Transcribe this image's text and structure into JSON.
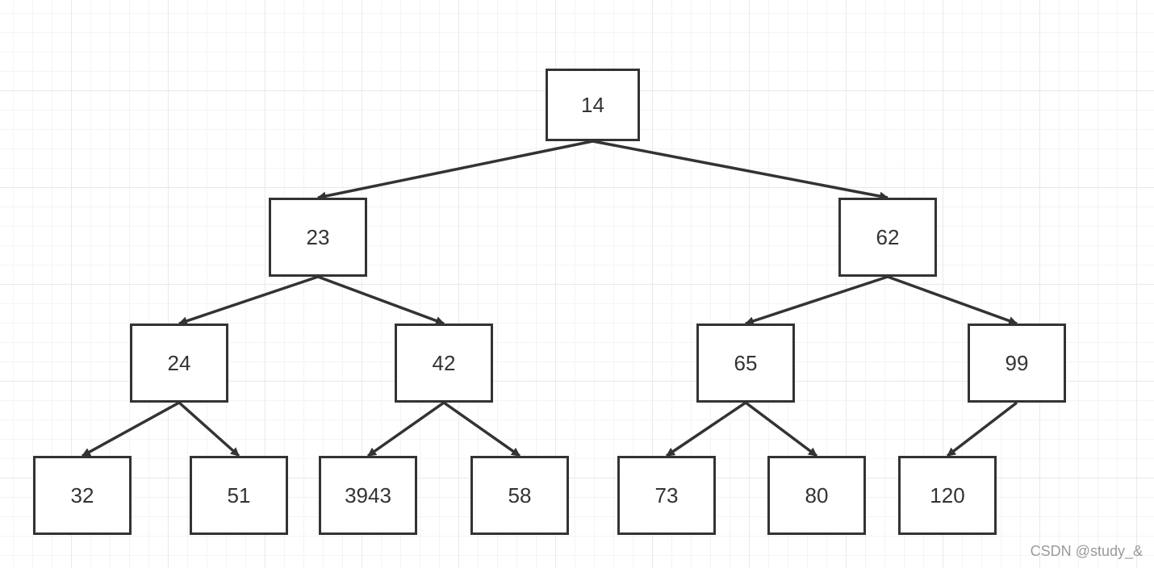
{
  "diagram": {
    "type": "binary-tree",
    "colors": {
      "stroke": "#333333",
      "node_fill": "#ffffff",
      "text": "#333333",
      "grid_major": "#e9e9e9",
      "grid_minor": "#f4f4f4"
    },
    "nodes": [
      {
        "id": "n14",
        "label": "14"
      },
      {
        "id": "n23",
        "label": "23"
      },
      {
        "id": "n62",
        "label": "62"
      },
      {
        "id": "n24",
        "label": "24"
      },
      {
        "id": "n42",
        "label": "42"
      },
      {
        "id": "n65",
        "label": "65"
      },
      {
        "id": "n99",
        "label": "99"
      },
      {
        "id": "n32",
        "label": "32"
      },
      {
        "id": "n51",
        "label": "51"
      },
      {
        "id": "n3943",
        "label": "3943"
      },
      {
        "id": "n58",
        "label": "58"
      },
      {
        "id": "n73",
        "label": "73"
      },
      {
        "id": "n80",
        "label": "80"
      },
      {
        "id": "n120",
        "label": "120"
      }
    ],
    "edges": [
      {
        "from": "n14",
        "to": "n23"
      },
      {
        "from": "n14",
        "to": "n62"
      },
      {
        "from": "n23",
        "to": "n24"
      },
      {
        "from": "n23",
        "to": "n42"
      },
      {
        "from": "n62",
        "to": "n65"
      },
      {
        "from": "n62",
        "to": "n99"
      },
      {
        "from": "n24",
        "to": "n32"
      },
      {
        "from": "n24",
        "to": "n51"
      },
      {
        "from": "n42",
        "to": "n3943"
      },
      {
        "from": "n42",
        "to": "n58"
      },
      {
        "from": "n65",
        "to": "n73"
      },
      {
        "from": "n65",
        "to": "n80"
      },
      {
        "from": "n99",
        "to": "n120"
      }
    ]
  },
  "watermark": "CSDN @study_&"
}
